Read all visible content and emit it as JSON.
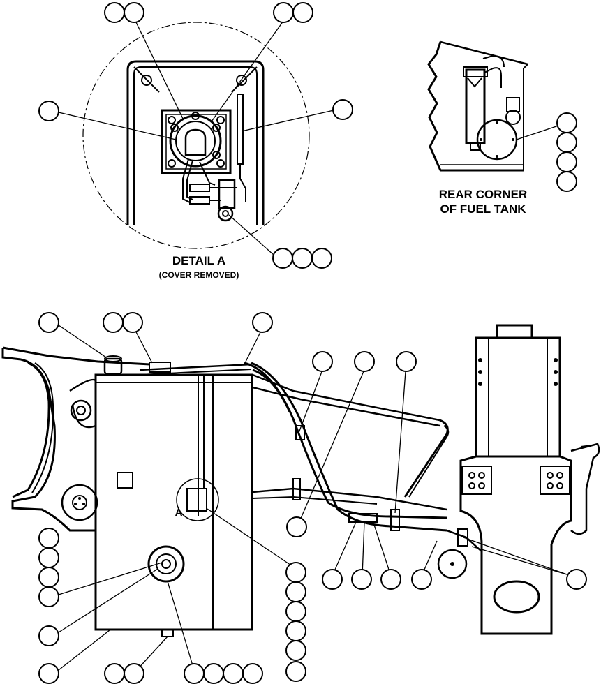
{
  "labels": {
    "detail_title": "DETAIL A",
    "detail_subtitle": "(COVER REMOVED)",
    "rear_corner_line1": "REAR CORNER",
    "rear_corner_line2": "OF FUEL TANK",
    "detail_marker": "A"
  }
}
